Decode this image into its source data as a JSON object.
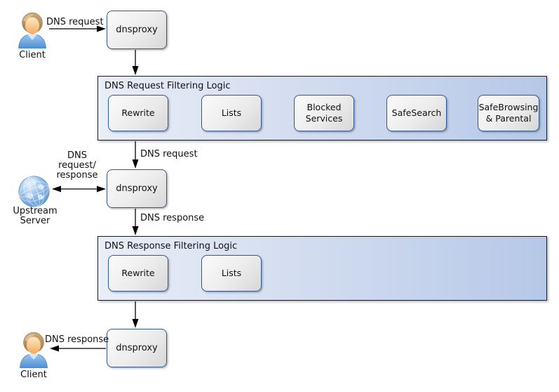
{
  "nodes": {
    "proxy1": "dnsproxy",
    "proxy2": "dnsproxy",
    "proxy3": "dnsproxy"
  },
  "actors": {
    "client_top": {
      "label": "Client"
    },
    "upstream": {
      "label": "Upstream\nServer"
    },
    "client_bottom": {
      "label": "Client"
    }
  },
  "request_pipeline": {
    "title": "DNS Request Filtering Logic",
    "steps": [
      "Rewrite",
      "Lists",
      "Blocked Services",
      "SafeSearch",
      "SafeBrowsing & Parental"
    ]
  },
  "response_pipeline": {
    "title": "DNS Response Filtering Logic",
    "steps": [
      "Rewrite",
      "Lists"
    ]
  },
  "edges": {
    "client_to_proxy": "DNS request",
    "filter_to_proxy": "DNS request",
    "upstream_exchange": "DNS\nrequest/\nresponse",
    "proxy_to_response_filter": "DNS response",
    "proxy_to_client": "DNS response"
  },
  "colors": {
    "node_border": "#2f5b9d",
    "node_fill_top": "#fbfbfb",
    "node_fill_bottom": "#d7d7d7",
    "container_fill_left": "#e9eef8",
    "container_fill_right": "#b6c8e8",
    "container_border": "#1a1a1a",
    "arrow": "#000000",
    "shirt_blue": "#4c8ed8",
    "globe_blue": "#5d98d8"
  }
}
